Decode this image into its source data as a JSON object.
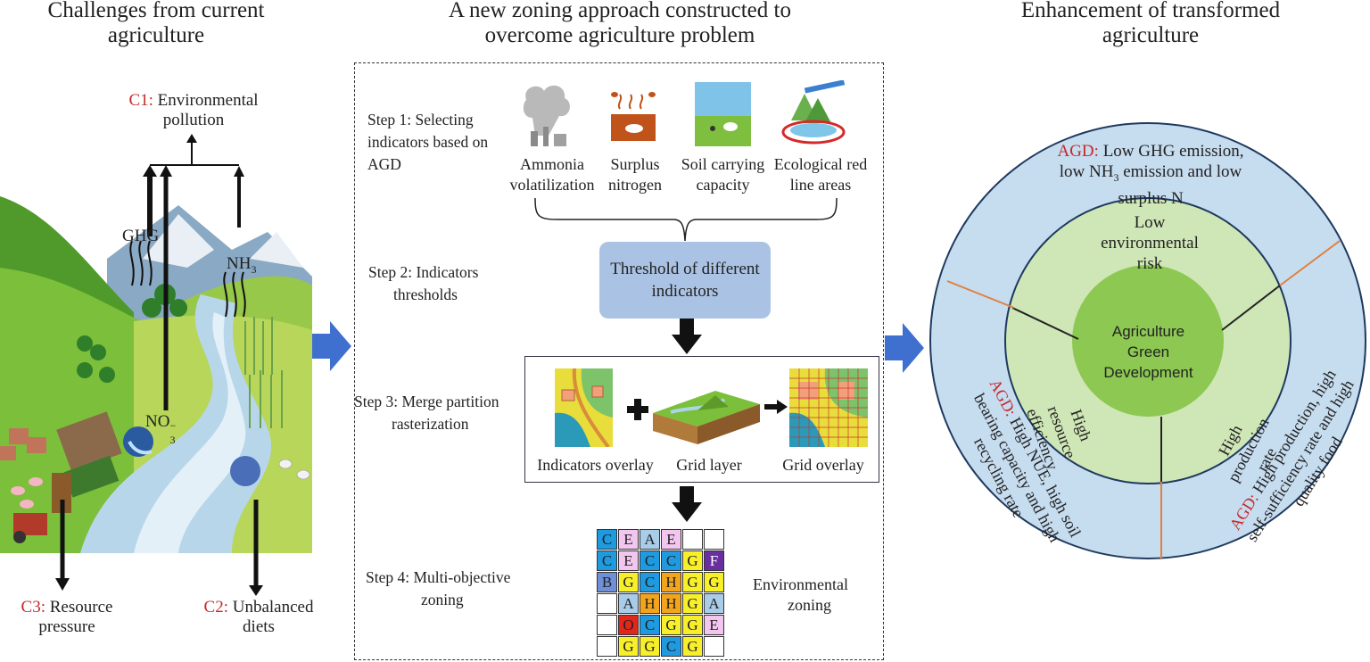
{
  "headers": {
    "left": [
      "Challenges from current",
      "agriculture"
    ],
    "middle": [
      "A new zoning approach constructed to",
      "overcome agriculture problem"
    ],
    "right": [
      "Enhancement of transformed",
      "agriculture"
    ]
  },
  "challenges": {
    "c1": {
      "code": "C1:",
      "text1": "Environmental",
      "text2": "pollution"
    },
    "c2": {
      "code": "C2:",
      "text1": "Unbalanced",
      "text2": "diets"
    },
    "c3": {
      "code": "C3:",
      "text1": "Resource",
      "text2": "pressure"
    },
    "ghg": "GHG",
    "nh3_base": "NH",
    "nh3_sub": "3",
    "no3_base": "NO",
    "no3_sub": "3",
    "no3_sup": "−"
  },
  "steps": {
    "step1": [
      "Step 1: Selecting",
      "indicators based on",
      "AGD"
    ],
    "step2": [
      "Step 2: Indicators",
      "thresholds"
    ],
    "step3": [
      "Step 3: Merge partition",
      "rasterization"
    ],
    "step4": [
      "Step 4: Multi-objective",
      "zoning"
    ]
  },
  "indicators": [
    {
      "l1": "Ammonia",
      "l2": "volatilization"
    },
    {
      "l1": "Surplus",
      "l2": "nitrogen"
    },
    {
      "l1": "Soil carrying",
      "l2": "capacity"
    },
    {
      "l1": "Ecological red",
      "l2": "line areas"
    }
  ],
  "threshold": [
    "Threshold of different",
    "indicators"
  ],
  "overlay_labels": {
    "indicators": "Indicators overlay",
    "grid_layer": "Grid layer",
    "grid_overlay": "Grid overlay"
  },
  "env_zoning": [
    "Environmental",
    "zoning"
  ],
  "zoning_grid": [
    [
      "C",
      "E",
      "A",
      "E",
      "",
      ""
    ],
    [
      "C",
      "E",
      "C",
      "C",
      "G",
      "F"
    ],
    [
      "B",
      "G",
      "C",
      "H",
      "G",
      "G"
    ],
    [
      "",
      "A",
      "H",
      "H",
      "G",
      "A"
    ],
    [
      "",
      "O",
      "C",
      "G",
      "G",
      "E"
    ],
    [
      "",
      "G",
      "G",
      "C",
      "G",
      ""
    ]
  ],
  "zone_colors": {
    "A": "#a9cce8",
    "B": "#6f8fd6",
    "C": "#1e9be0",
    "E": "#f2c6ef",
    "F": "#6a2ea0",
    "G": "#f7ef2a",
    "H": "#f2a51c",
    "O": "#e3261c",
    "": "#ffffff"
  },
  "circle": {
    "top": {
      "agd": "AGD:",
      "l1": " Low GHG emission,",
      "l2a": "low NH",
      "l2sub": "3",
      "l2b": " emission and low",
      "l3": "surplus N"
    },
    "inner_top": [
      "Low",
      "environmental",
      "risk"
    ],
    "center": [
      "Agriculture",
      "Green",
      "Development"
    ],
    "inner_left": [
      "High",
      "resource",
      "efficiency"
    ],
    "inner_right": [
      "High",
      "production",
      "rate"
    ],
    "left_outer": {
      "agd": "AGD:",
      "l1": " High NUE, high soil",
      "l2": "bearing capacity and high",
      "l3": "recycling rate"
    },
    "right_outer": {
      "agd": "AGD:",
      "l1": " High production, high",
      "l2": "self-sufficiency rate and high",
      "l3": "quality food"
    }
  },
  "colors": {
    "accent_red": "#c62828",
    "arrow_blue": "#3f6fcf",
    "outer_ring": "#c6dcef",
    "mid_ring": "#cfe7b6",
    "core": "#8cc852"
  }
}
